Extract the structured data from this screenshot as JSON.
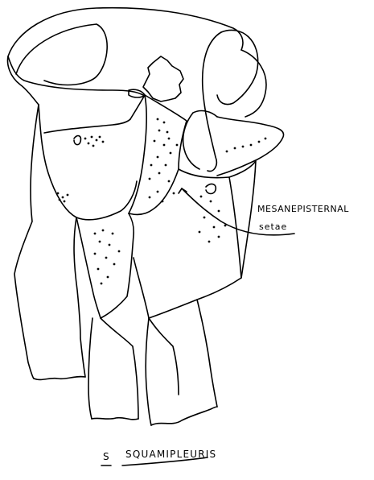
{
  "annotation": {
    "line1": "MESANEPISTERNAL",
    "line2": "setae"
  },
  "caption": {
    "genus_initial": "S",
    "species": "SQUAMIPLEURIS"
  },
  "colors": {
    "ink": "#000000",
    "paper": "#ffffff"
  }
}
